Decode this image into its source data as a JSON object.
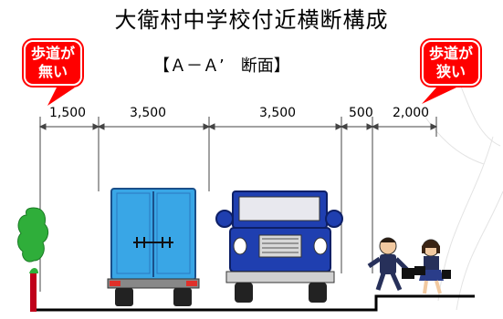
{
  "title": "大衛村中学校付近横断構成",
  "subtitle": "【Ａ－Ａ’　断面】",
  "callouts": {
    "left": {
      "line1": "歩道が",
      "line2": "無い"
    },
    "right": {
      "line1": "歩道が",
      "line2": "狭い"
    }
  },
  "dimensions": [
    "1,500",
    "3,500",
    "3,500",
    "500",
    "2,000"
  ],
  "colors": {
    "callout": "#ff0000",
    "tree": "#2fae3a",
    "trunk": "#c0001a",
    "truck_light_blue": "#39a6e6",
    "truck_dark_blue": "#1f3fb0"
  },
  "icons": {
    "tree": "tree-icon",
    "truck_left": "box-truck-icon",
    "truck_right": "cargo-truck-icon",
    "students": "students-walking-icon"
  }
}
